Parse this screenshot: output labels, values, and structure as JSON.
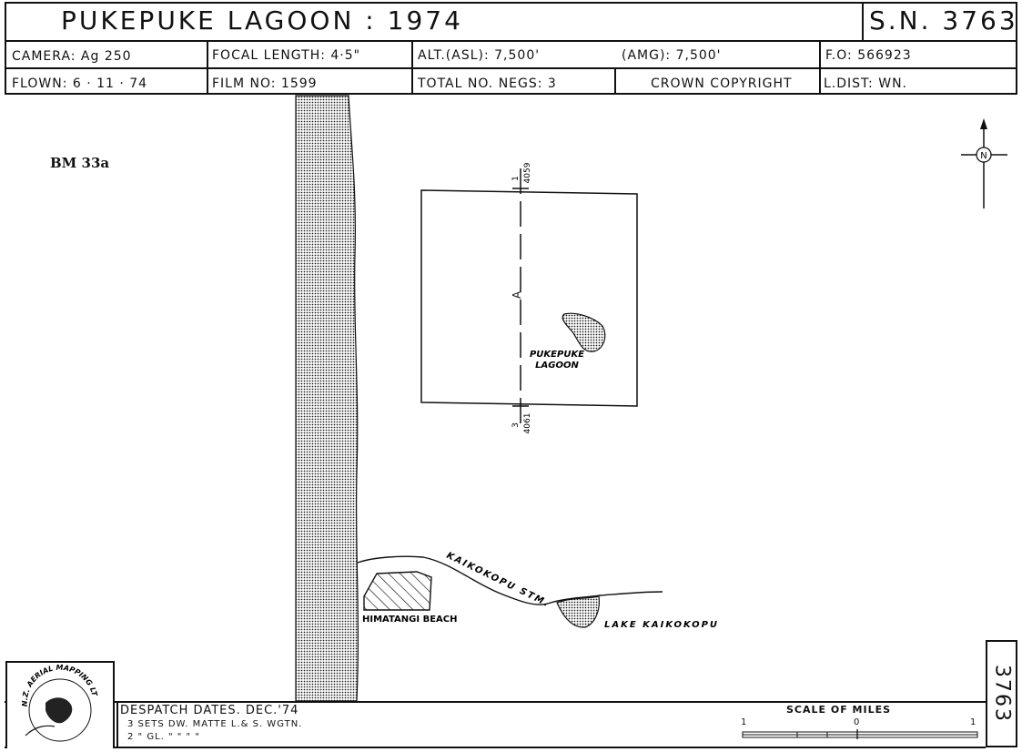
{
  "header": {
    "title": "PUKEPUKE    LAGOON  :  1974",
    "sn": "S.N. 3763",
    "camera": "CAMERA:  Ag 250",
    "focal": "FOCAL  LENGTH:  4·5\"",
    "alt_asl": "ALT.(ASL):   7,500'",
    "alt_amg": "(AMG):   7,500'",
    "fo": "F.O:   566923",
    "flown": "FLOWN:   6 · 11 · 74",
    "film": "FILM  NO:   1599",
    "negs": "TOTAL  NO.  NEGS: 3",
    "copyright": "CROWN    COPYRIGHT",
    "ldist": "L.DIST:   WN."
  },
  "map": {
    "bm_label": "BM 33a",
    "run_label": "A",
    "top_code_a": "1",
    "top_code_b": "4059",
    "bottom_code_a": "3",
    "bottom_code_b": "4061",
    "lagoon_label_1": "PUKEPUKE",
    "lagoon_label_2": "LAGOON",
    "stream_label": "KAIKOKOPU STM.",
    "beach_label": "HIMATANGI   BEACH",
    "lake_label": "LAKE  KAIKOKOPU",
    "north_symbol": "N"
  },
  "footer": {
    "logo_text": "N.Z. AERIAL MAPPING LTD.",
    "despatch": "DESPATCH  DATES.   DEC.'74",
    "line1": "3  SETS   DW.  MATTE   L.& S.  WGTN.",
    "line2": "2    \"   GL. \"       \"         \"         \"",
    "scale_title": "SCALE      OF      MILES",
    "scale_left": "1",
    "scale_zero": "0",
    "scale_right": "1",
    "side_sn": "3763"
  }
}
